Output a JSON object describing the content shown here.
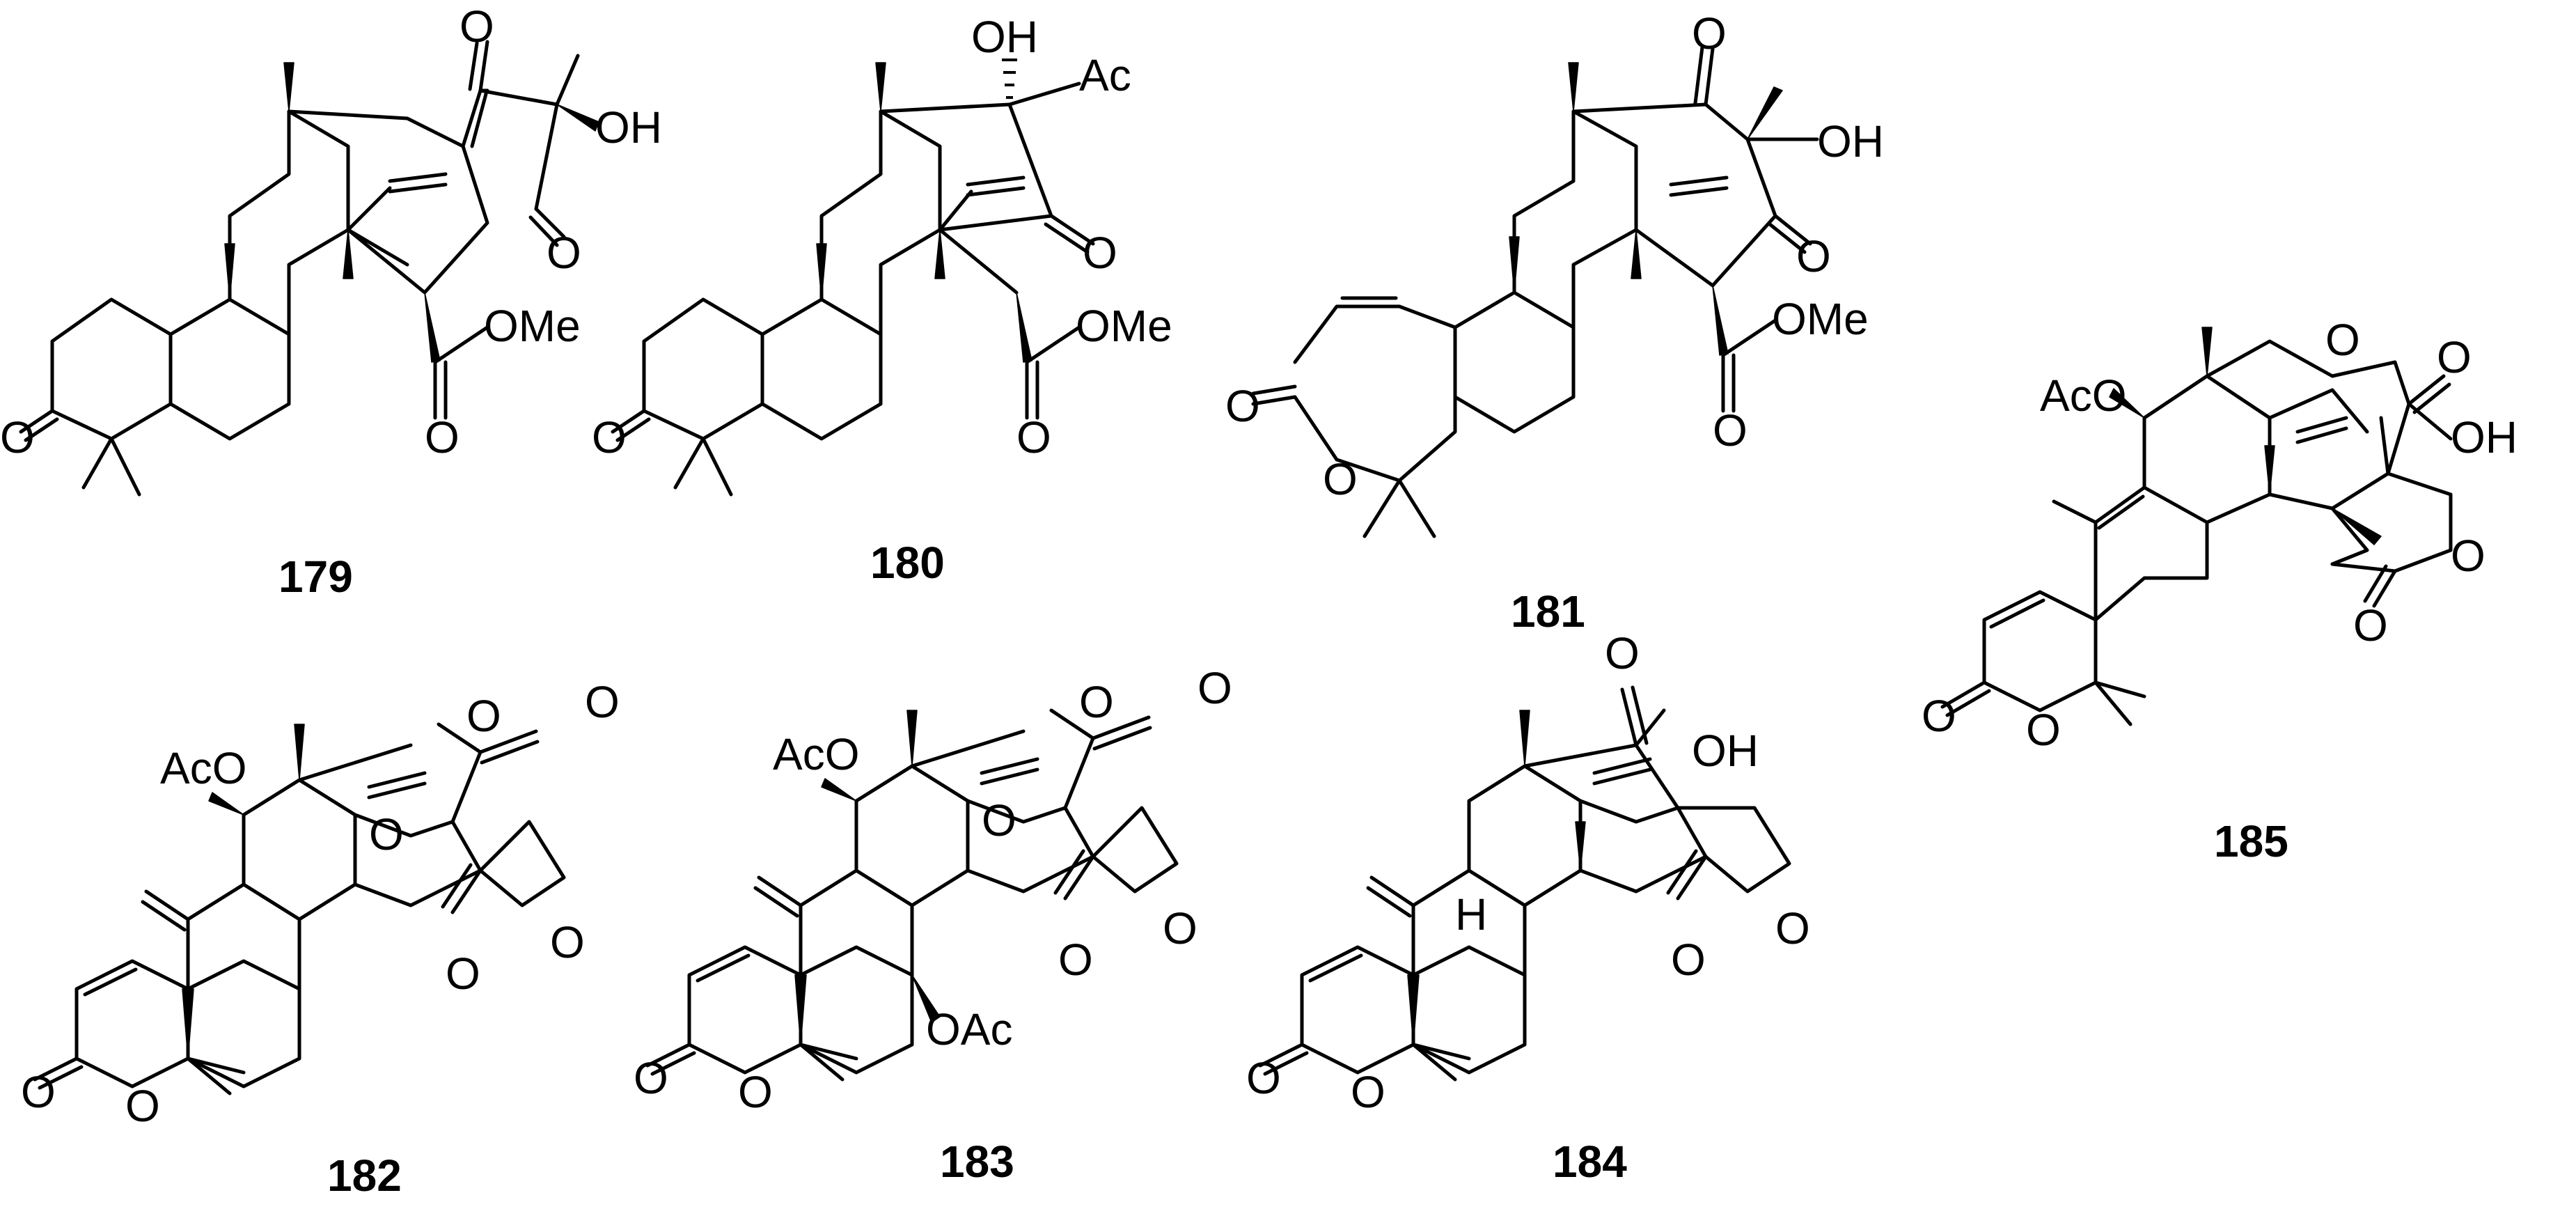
{
  "compound_ids": [
    "179",
    "180",
    "181",
    "182",
    "183",
    "184",
    "185"
  ],
  "atom_labels": {
    "oxo": "O",
    "hydroxyl": "OH",
    "acetyl": "Ac",
    "methyl_ester": "OMe",
    "acetoxy_left": "AcO",
    "acetoxy_right": "OAc",
    "hydrogen": "H"
  }
}
